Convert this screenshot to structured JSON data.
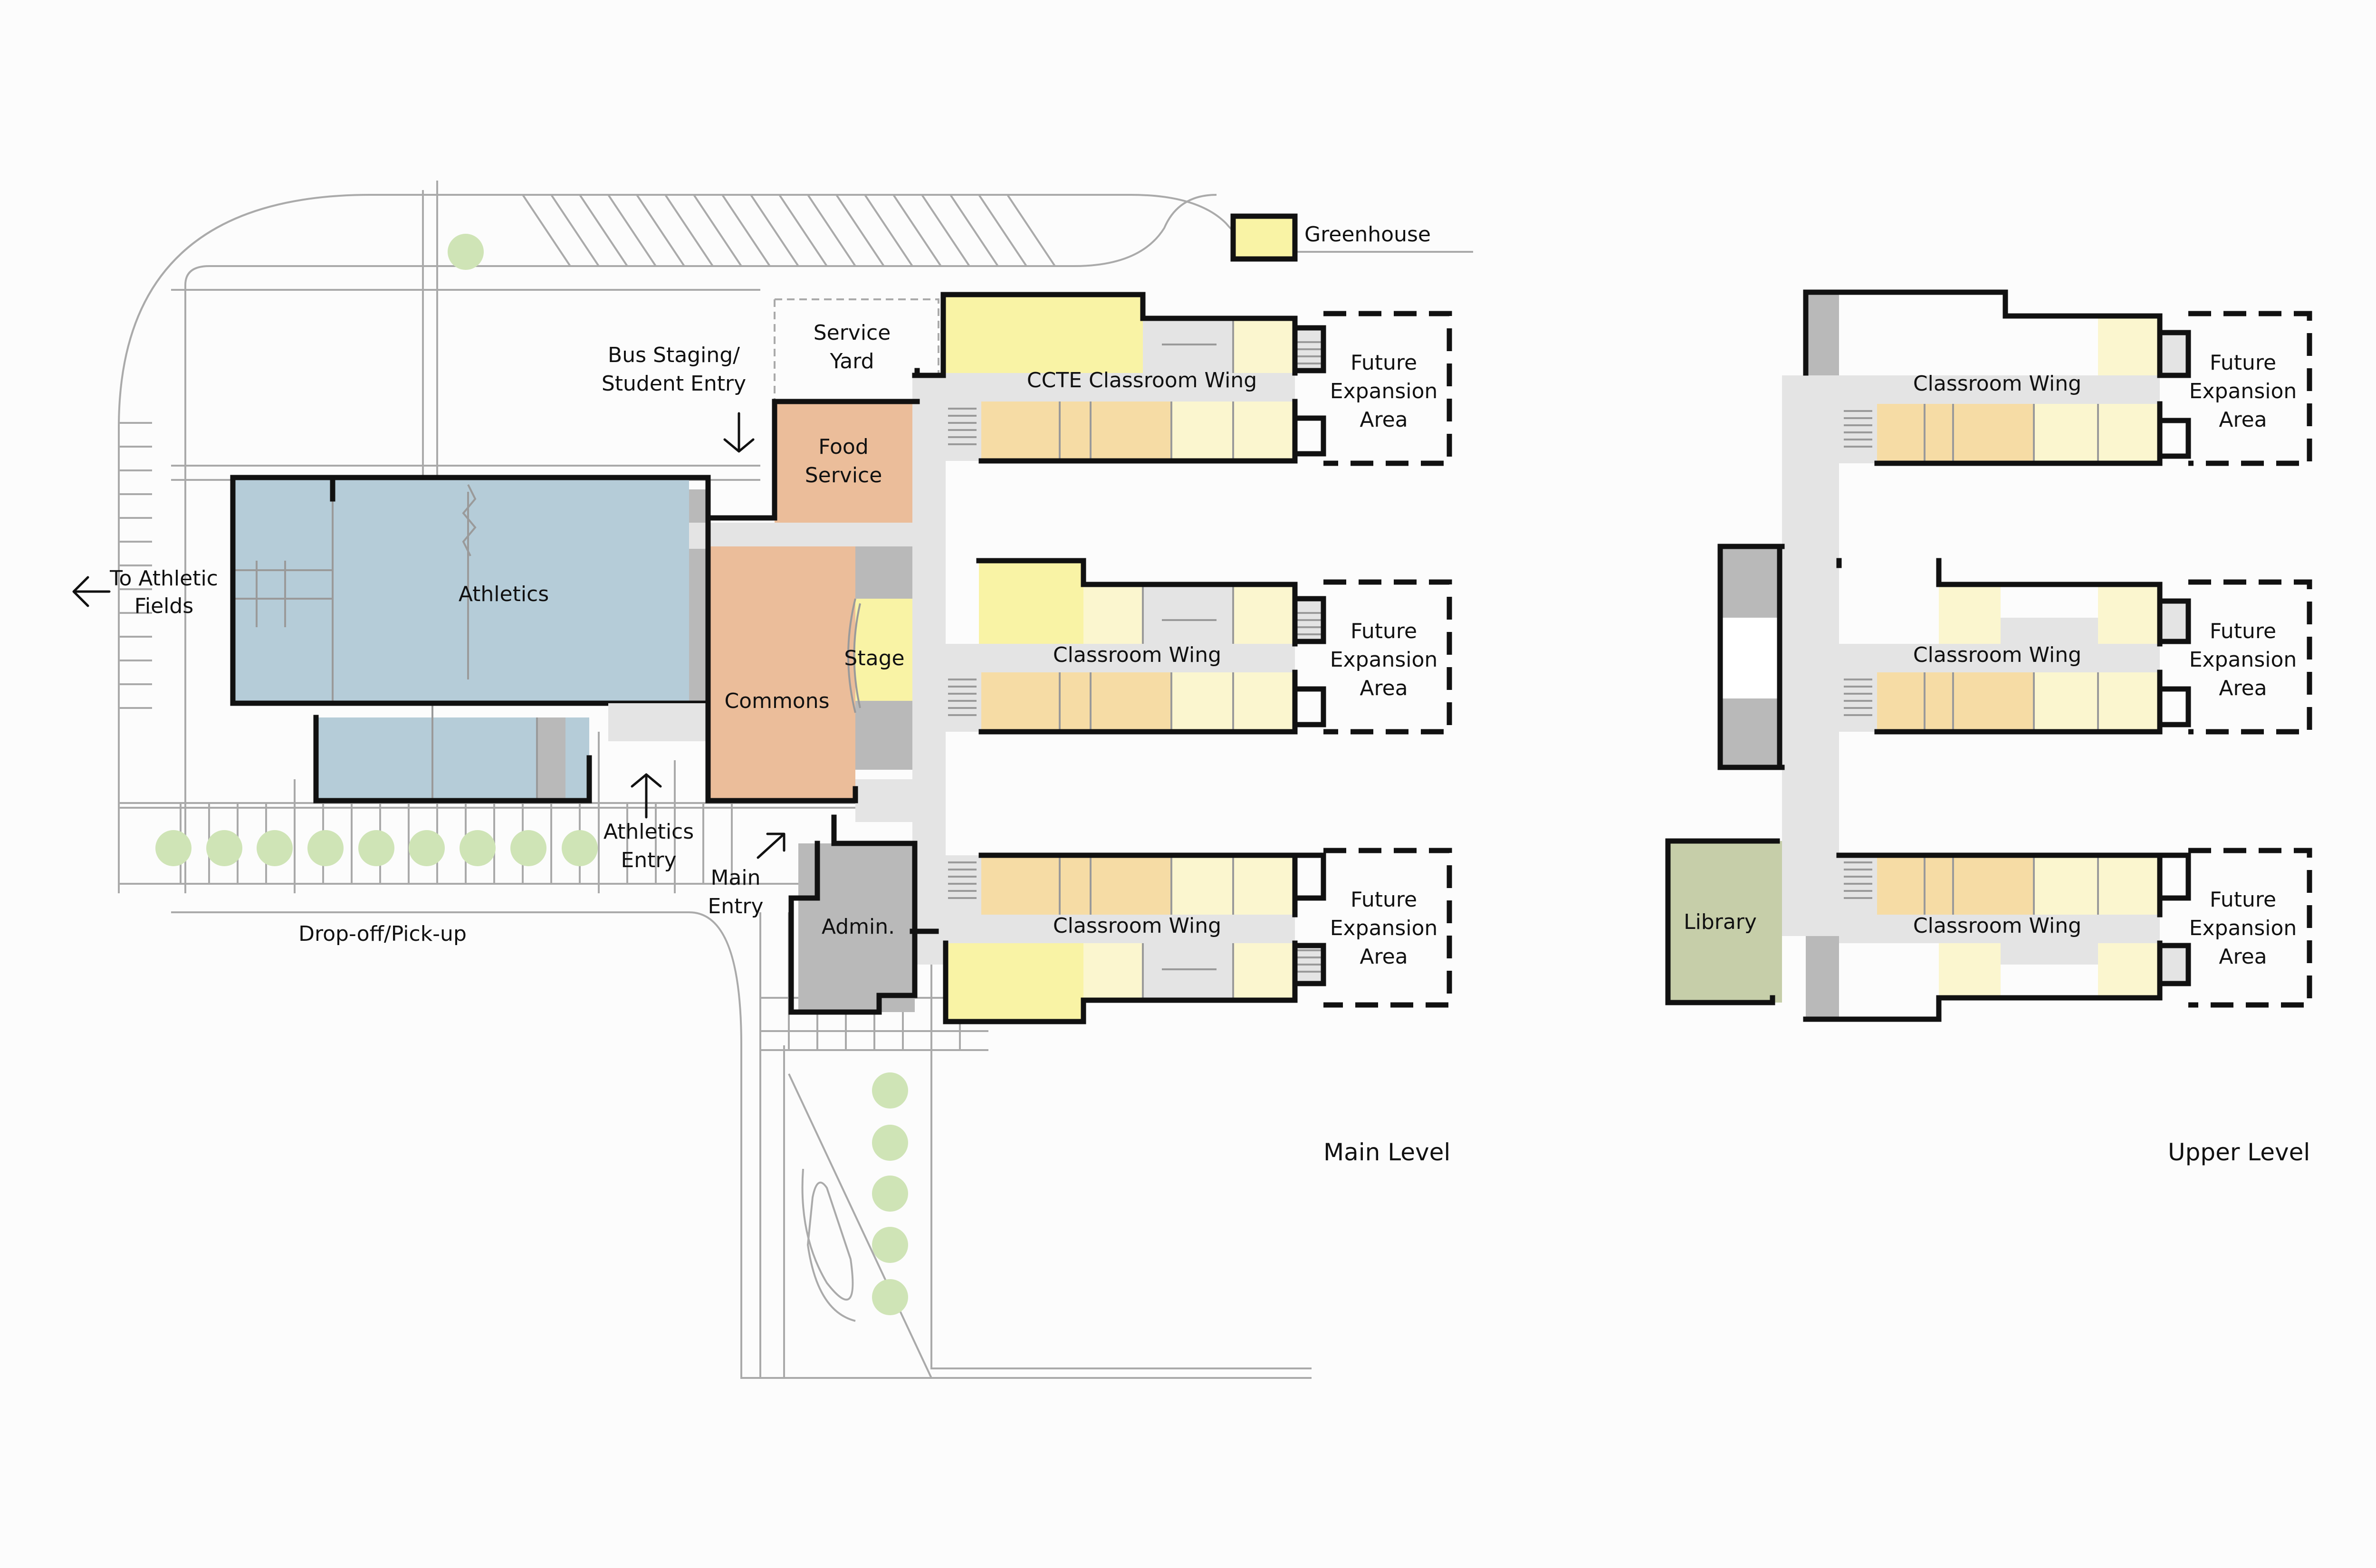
{
  "colors": {
    "athletics": "#b5ccd8",
    "commons": "#ebbd9a",
    "admin": "#b9b9b9",
    "corridor": "#e4e4e4",
    "classroom_orange": "#f6dca5",
    "classroom_yellow": "#f9f3a5",
    "classroom_cream": "#fbf6cf",
    "library": "#c6cea9",
    "tree": "#cfe4b6",
    "wall": "#111111"
  },
  "labels": {
    "to_athletic_fields_1": "To Athletic",
    "to_athletic_fields_2": "Fields",
    "athletics": "Athletics",
    "commons": "Commons",
    "stage": "Stage",
    "food_service_1": "Food",
    "food_service_2": "Service",
    "service_yard_1": "Service",
    "service_yard_2": "Yard",
    "bus_staging_1": "Bus Staging/",
    "bus_staging_2": "Student Entry",
    "greenhouse": "Greenhouse",
    "admin": "Admin.",
    "athletics_entry_1": "Athletics",
    "athletics_entry_2": "Entry",
    "main_entry_1": "Main",
    "main_entry_2": "Entry",
    "drop_off": "Drop-off/Pick-up",
    "ccte_wing": "CCTE Classroom Wing",
    "classroom_wing": "Classroom Wing",
    "future_1": "Future",
    "future_2": "Expansion",
    "future_3": "Area",
    "main_level": "Main Level",
    "upper_level": "Upper Level",
    "library": "Library"
  }
}
